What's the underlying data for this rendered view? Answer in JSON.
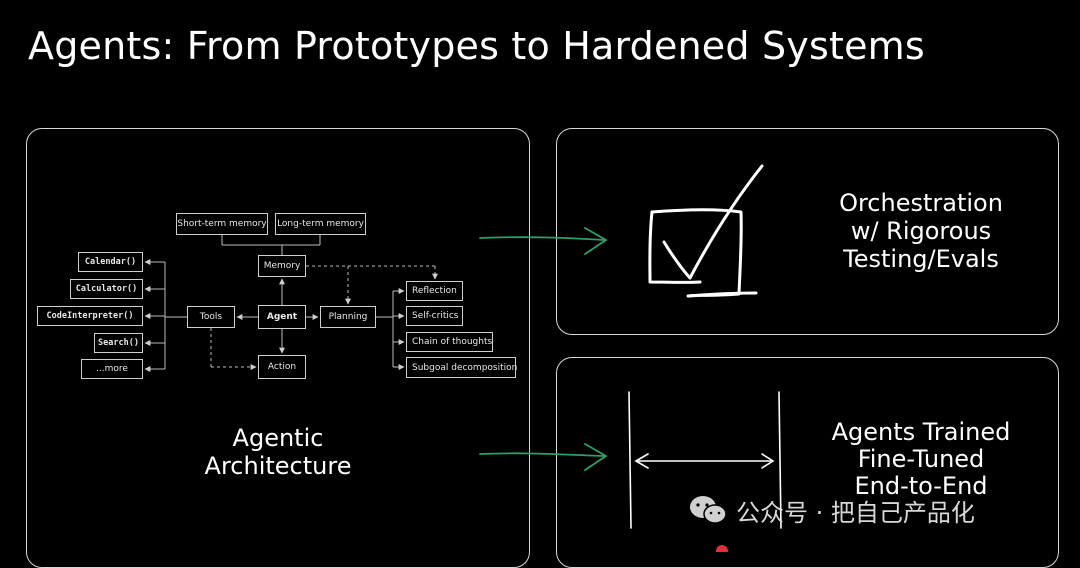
{
  "slide": {
    "title": "Agents: From Prototypes to Hardened Systems"
  },
  "left_panel": {
    "caption": [
      "Agentic",
      "Architecture"
    ],
    "diagram": {
      "memory_types": [
        "Short-term memory",
        "Long-term memory"
      ],
      "memory": "Memory",
      "agent": "Agent",
      "tools": "Tools",
      "planning": "Planning",
      "action": "Action",
      "tool_list": [
        "Calendar()",
        "Calculator()",
        "CodeInterpreter()",
        "Search()",
        "...more"
      ],
      "planning_list": [
        "Reflection",
        "Self-critics",
        "Chain of thoughts",
        "Subgoal decomposition"
      ]
    }
  },
  "right_top_panel": {
    "lines": [
      "Orchestration",
      "w/ Rigorous",
      "Testing/Evals"
    ]
  },
  "right_bottom_panel": {
    "lines": [
      "Agents Trained",
      "Fine-Tuned",
      "End-to-End"
    ]
  },
  "watermark": {
    "text": "公众号 · 把自己产品化",
    "icon": "wechat-icon"
  },
  "colors": {
    "background": "#000000",
    "arrow": "#2e9e6a",
    "panel_border": "#d8d8d8"
  }
}
